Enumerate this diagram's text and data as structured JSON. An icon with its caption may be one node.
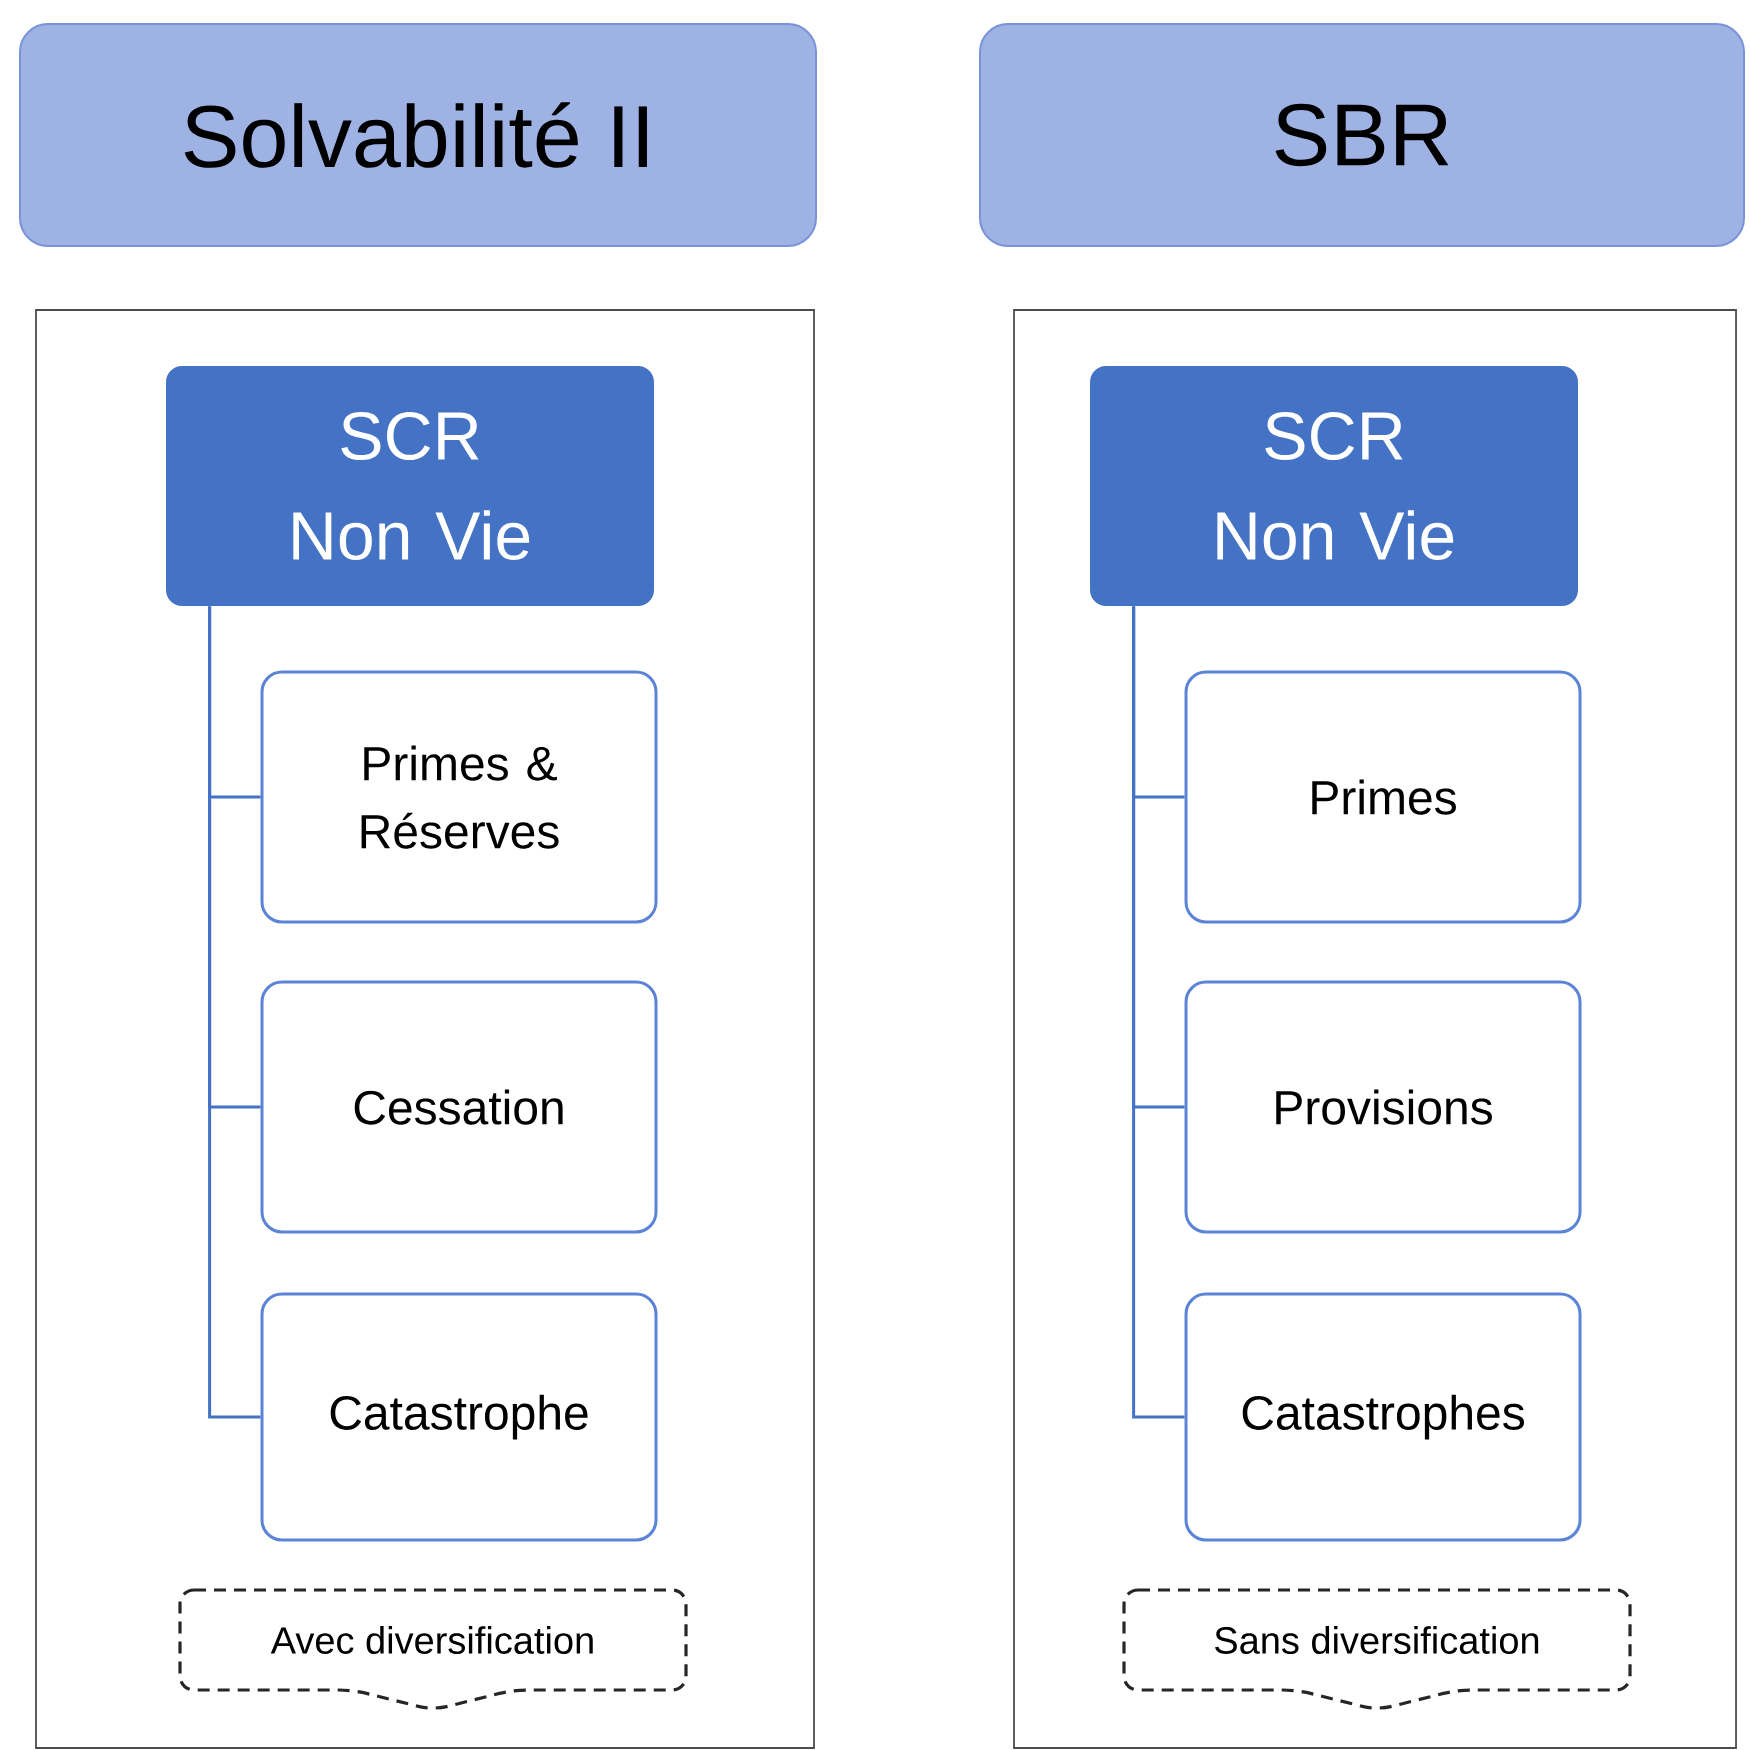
{
  "diagram": {
    "nodes": [
      {
        "text": [
          "Solvabilité II"
        ]
      },
      {
        "text": [
          "SBR"
        ]
      },
      {
        "text": [],
        "shape": "box"
      },
      {
        "text": [
          "SCR Non Vie"
        ],
        "in": 2
      },
      {
        "text": [
          "Primes & Réserves"
        ],
        "in": 2
      },
      {
        "text": [
          "Cessation"
        ],
        "in": 2
      },
      {
        "text": [
          "Catastrophe"
        ],
        "in": 2
      },
      {
        "text": [
          "Avec diversification"
        ],
        "in": 2
      },
      {
        "text": [],
        "shape": "box"
      },
      {
        "text": [
          "SCR Non Vie"
        ],
        "in": 8
      },
      {
        "text": [
          "Primes"
        ],
        "in": 8
      },
      {
        "text": [
          "Provisions"
        ],
        "in": 8
      },
      {
        "text": [
          "Catastrophes"
        ],
        "in": 8
      },
      {
        "text": [
          "Sans diversification"
        ],
        "in": 8
      }
    ],
    "edges": [
      {
        "from": 3,
        "to": 4,
        "arrow": "none"
      },
      {
        "from": 3,
        "to": 5,
        "arrow": "none"
      },
      {
        "from": 3,
        "to": 6,
        "arrow": "none"
      },
      {
        "from": 9,
        "to": 10,
        "arrow": "none"
      },
      {
        "from": 9,
        "to": 11,
        "arrow": "none"
      },
      {
        "from": 9,
        "to": 12,
        "arrow": "none"
      }
    ]
  }
}
